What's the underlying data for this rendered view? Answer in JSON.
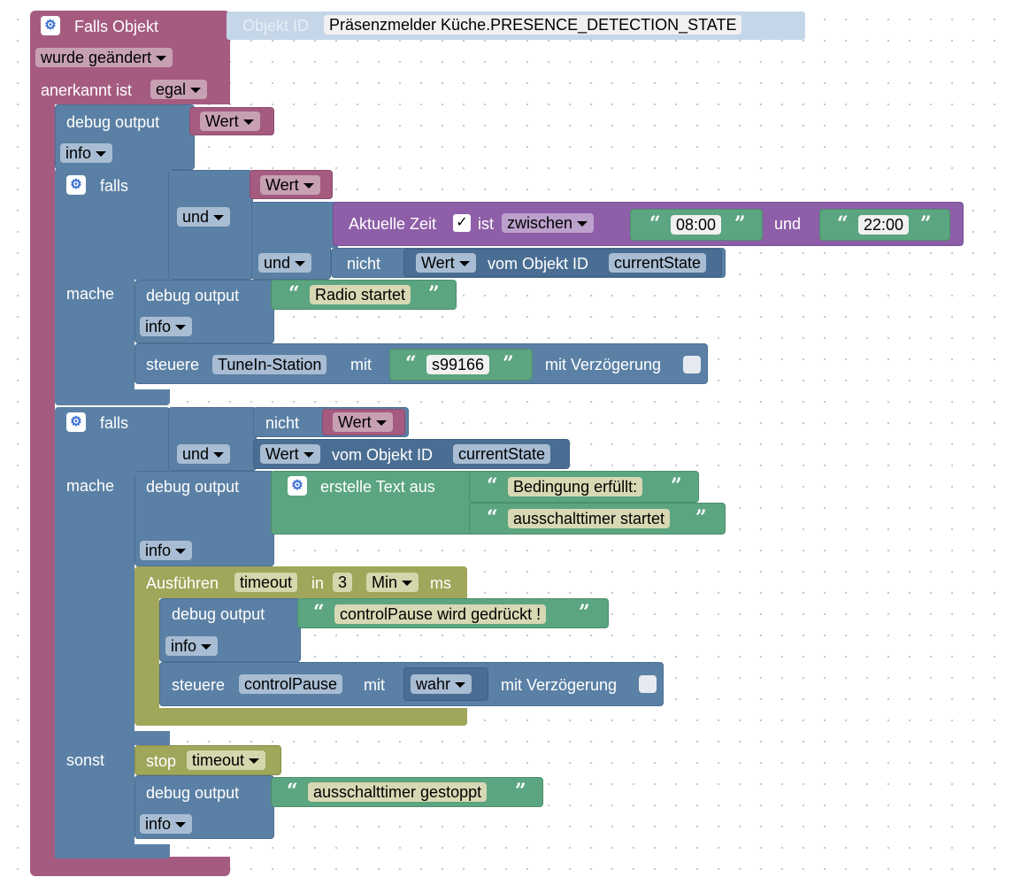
{
  "trigger": {
    "title": "Falls Objekt",
    "object_label": "Objekt ID",
    "object_id": "Präsenzmelder Küche.PRESENCE_DETECTION_STATE",
    "changed": "wurde geändert",
    "ack_label": "anerkannt ist",
    "ack_value": "egal"
  },
  "debug1": {
    "label": "debug output",
    "value": "Wert",
    "level": "info"
  },
  "if1": {
    "falls": "falls",
    "und": "und",
    "value": "Wert",
    "time_label": "Aktuelle Zeit",
    "check": "✓",
    "ist": "ist",
    "zwischen": "zwischen",
    "from": "08:00",
    "und_time": "und",
    "to": "22:00",
    "und2": "und",
    "nicht": "nicht",
    "wert2": "Wert",
    "vom": "vom Objekt ID",
    "obj": "currentState",
    "mache": "mache",
    "debug_label": "debug output",
    "debug_text": "Radio startet",
    "debug_level": "info",
    "steuere": "steuere",
    "target": "TuneIn-Station",
    "mit": "mit",
    "value_text": "s99166",
    "delay": "mit Verzögerung"
  },
  "if2": {
    "falls": "falls",
    "nicht": "nicht",
    "wert": "Wert",
    "und": "und",
    "wert2": "Wert",
    "vom": "vom Objekt ID",
    "obj": "currentState",
    "mache": "mache",
    "debug_label": "debug output",
    "create_text": "erstelle Text aus",
    "text1": "Bedingung erfüllt:",
    "text2": "ausschalttimer startet",
    "level": "info",
    "timeout": {
      "label": "Ausführen",
      "name": "timeout",
      "in": "in",
      "amount": "3",
      "unit": "Min",
      "ms": "ms",
      "debug_label": "debug output",
      "debug_text": "controlPause wird gedrückt !",
      "debug_level": "info",
      "steuere": "steuere",
      "target": "controlPause",
      "mit": "mit",
      "value": "wahr",
      "delay": "mit Verzögerung"
    },
    "sonst": "sonst",
    "stop": "stop",
    "stop_name": "timeout",
    "else_debug_label": "debug output",
    "else_debug_text": "ausschalttimer gestoppt",
    "else_level": "info"
  }
}
